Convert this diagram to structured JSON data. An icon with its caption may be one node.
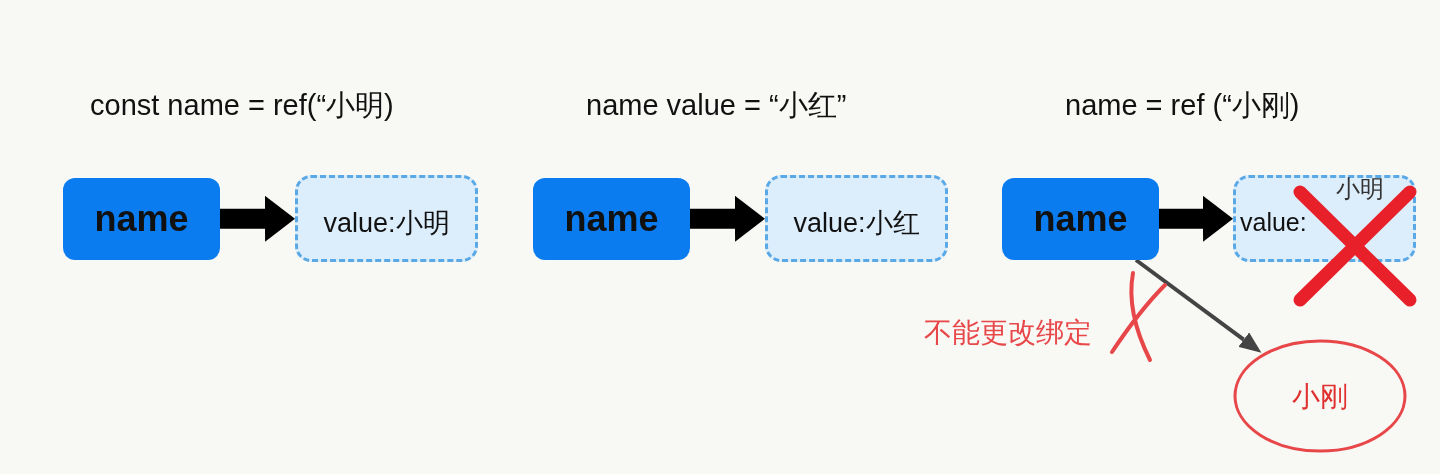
{
  "diagram": {
    "nodes": [
      {
        "text": [
          "name"
        ]
      },
      {
        "text": [
          "value:小明"
        ]
      },
      {
        "text": [
          "name"
        ]
      },
      {
        "text": [
          "value:小红"
        ]
      },
      {
        "text": [
          "name"
        ]
      },
      {
        "text": [
          "小明",
          "value:"
        ]
      },
      {
        "text": [
          "小刚"
        ]
      }
    ],
    "edges": [
      {
        "from": 0,
        "to": 1,
        "arrow": "to"
      },
      {
        "from": 2,
        "to": 3,
        "arrow": "to"
      },
      {
        "from": 4,
        "to": 5,
        "arrow": "to"
      },
      {
        "from": 4,
        "to": 6,
        "arrow": "to",
        "color": "#444444"
      }
    ],
    "labels": [
      "const name = ref(“小明)",
      "name value = “小红”",
      "name = ref (“小刚)",
      "不能更改绑定"
    ]
  }
}
